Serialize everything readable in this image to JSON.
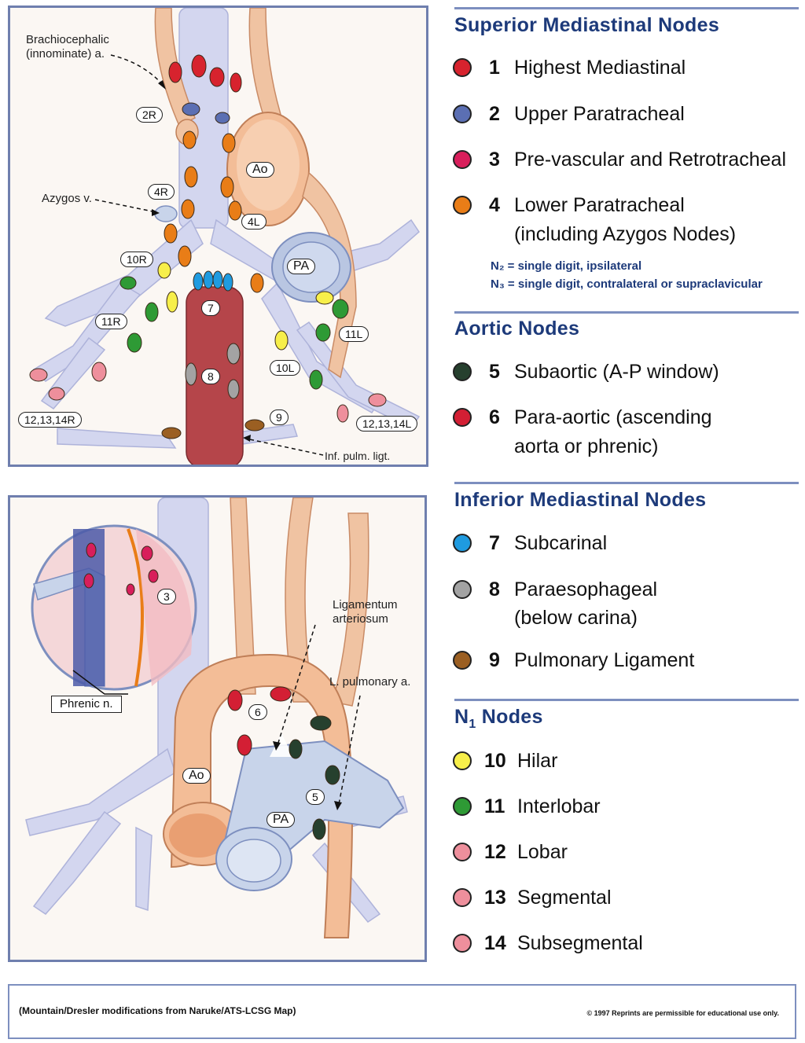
{
  "top_panel": {
    "notes": {
      "brachiocephalic": "Brachiocephalic\n(innominate) a.",
      "azygos": "Azygos v.",
      "inf_pulm_ligt": "Inf. pulm. ligt."
    },
    "tags": {
      "t2r": "2R",
      "t4r": "4R",
      "t10r": "10R",
      "t11r": "11R",
      "t12r": "12,13,14R",
      "tao": "Ao",
      "t4l": "4L",
      "tpa": "PA",
      "t7": "7",
      "t8": "8",
      "t9": "9",
      "t10l": "10L",
      "t11l": "11L",
      "t12l": "12,13,14L"
    }
  },
  "bottom_panel": {
    "notes": {
      "ligamentum": "Ligamentum\narteriosum",
      "l_pulmonary": "L. pulmonary a.",
      "phrenic": "Phrenic n."
    },
    "tags": {
      "t3": "3",
      "t6": "6",
      "tao": "Ao",
      "t5": "5",
      "tpa": "PA"
    }
  },
  "legend": {
    "superior": {
      "title": "Superior Mediastinal Nodes",
      "items": [
        {
          "num": "1",
          "label": "Highest Mediastinal",
          "color": "#d7232e"
        },
        {
          "num": "2",
          "label": "Upper Paratracheal",
          "color": "#5b6fb3"
        },
        {
          "num": "3",
          "label": "Pre-vascular and Retrotracheal",
          "color": "#d81e5b"
        },
        {
          "num": "4",
          "label": "Lower Paratracheal",
          "label2": "(including Azygos Nodes)",
          "color": "#e97d17"
        }
      ],
      "n2": "N₂ = single digit, ipsilateral",
      "n3": "N₃ = single digit, contralateral or supraclavicular"
    },
    "aortic": {
      "title": "Aortic Nodes",
      "items": [
        {
          "num": "5",
          "label": "Subaortic (A-P window)",
          "color": "#26402e"
        },
        {
          "num": "6",
          "label": "Para-aortic (ascending",
          "label2": "aorta or phrenic)",
          "color": "#d31f34"
        }
      ]
    },
    "inferior": {
      "title": "Inferior Mediastinal Nodes",
      "items": [
        {
          "num": "7",
          "label": "Subcarinal",
          "color": "#1f9be0"
        },
        {
          "num": "8",
          "label": "Paraesophageal",
          "label2": "(below carina)",
          "color": "#a3a3a3"
        },
        {
          "num": "9",
          "label": "Pulmonary Ligament",
          "color": "#9b5f22"
        }
      ]
    },
    "n1": {
      "title": "N",
      "title_sub": "1",
      "title_rest": " Nodes",
      "items": [
        {
          "num": "10",
          "label": "Hilar",
          "color": "#f7ef4a"
        },
        {
          "num": "11",
          "label": "Interlobar",
          "color": "#2e9a35"
        },
        {
          "num": "12",
          "label": "Lobar",
          "color": "#ee8f9c"
        },
        {
          "num": "13",
          "label": "Segmental",
          "color": "#ee8f9c"
        },
        {
          "num": "14",
          "label": "Subsegmental",
          "color": "#ee8f9c"
        }
      ]
    }
  },
  "footer": {
    "left": "(Mountain/Dresler modifications from Naruke/ATS-LCSG Map)",
    "right": "© 1997 Reprints are permissible for educational use only."
  }
}
